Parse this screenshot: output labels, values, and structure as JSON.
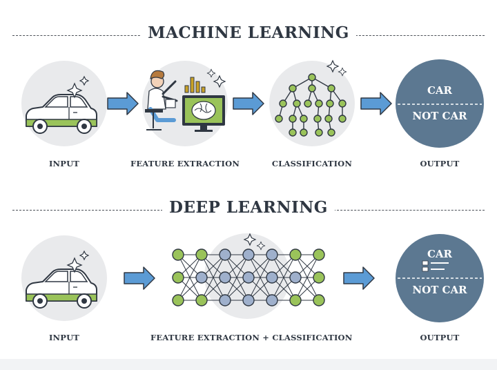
{
  "colors": {
    "ink": "#2f3742",
    "circle_bg": "#e9eaec",
    "arrow_fill": "#5b9bd5",
    "output_circle": "#5c7891",
    "output_text": "#ffffff",
    "green": "#9ac35a",
    "node_blue": "#9fb0cc"
  },
  "machine_learning": {
    "title": "MACHINE LEARNING",
    "steps": [
      {
        "label": "INPUT",
        "icon": "car-icon"
      },
      {
        "label": "FEATURE EXTRACTION",
        "icon": "person-at-computer-icon"
      },
      {
        "label": "CLASSIFICATION",
        "icon": "tree-diagram-icon"
      },
      {
        "label": "OUTPUT",
        "icon": "output-circle"
      }
    ],
    "output": {
      "top": "CAR",
      "bottom": "NOT CAR"
    }
  },
  "deep_learning": {
    "title": "DEEP LEARNING",
    "steps": [
      {
        "label": "INPUT",
        "icon": "car-icon"
      },
      {
        "label": "FEATURE EXTRACTION + CLASSIFICATION",
        "icon": "neural-network-icon"
      },
      {
        "label": "OUTPUT",
        "icon": "output-circle"
      }
    ],
    "output": {
      "top": "CAR",
      "bottom": "NOT CAR"
    }
  }
}
